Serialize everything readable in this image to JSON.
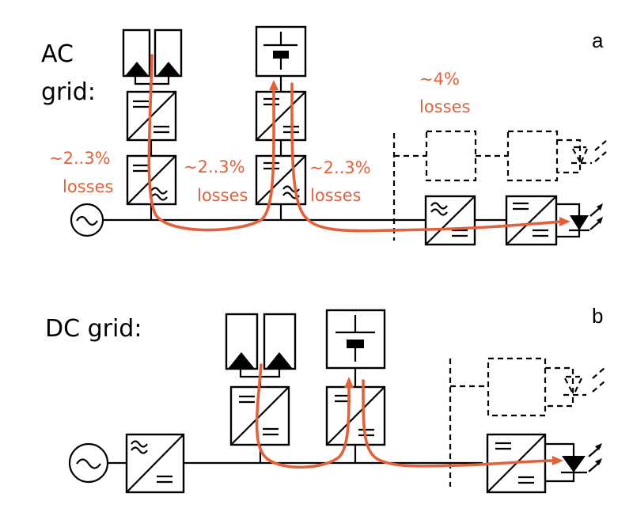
{
  "figure": {
    "panel_a": {
      "title_line1": "AC",
      "title_line2": "grid:",
      "panel_letter": "a",
      "losses": [
        {
          "pct": "~2..3%",
          "word": "losses"
        },
        {
          "pct": "~2..3%",
          "word": "losses"
        },
        {
          "pct": "~2..3%",
          "word": "losses"
        },
        {
          "pct": "~4%",
          "word": "losses"
        }
      ]
    },
    "panel_b": {
      "title": "DC grid:",
      "panel_letter": "b"
    },
    "colors": {
      "flow": "#e2603a",
      "lines": "#000000"
    }
  }
}
